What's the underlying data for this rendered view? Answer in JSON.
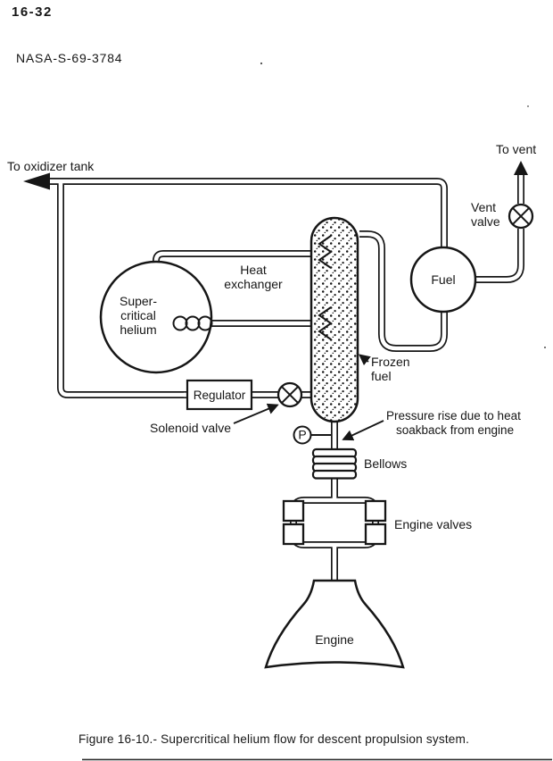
{
  "page": {
    "page_number": "16-32",
    "document_id": "NASA-S-69-3784",
    "figure_caption": "Figure 16-10.- Supercritical helium flow for descent propulsion system."
  },
  "diagram": {
    "labels": {
      "to_oxidizer_tank": "To oxidizer tank",
      "to_vent": "To vent",
      "vent_valve_line1": "Vent",
      "vent_valve_line2": "valve",
      "fuel_tank": "Fuel",
      "heat_exchanger_line1": "Heat",
      "heat_exchanger_line2": "exchanger",
      "helium_tank_line1": "Super-",
      "helium_tank_line2": "critical",
      "helium_tank_line3": "helium",
      "frozen_fuel_line1": "Frozen",
      "frozen_fuel_line2": "fuel",
      "regulator": "Regulator",
      "solenoid_valve": "Solenoid valve",
      "pressure_sensor": "P",
      "pressure_note_line1": "Pressure rise due to heat",
      "pressure_note_line2": "soakback from engine",
      "bellows": "Bellows",
      "engine_valves": "Engine valves",
      "engine": "Engine"
    },
    "colors": {
      "ink": "#161616",
      "paper": "#ffffff"
    }
  }
}
